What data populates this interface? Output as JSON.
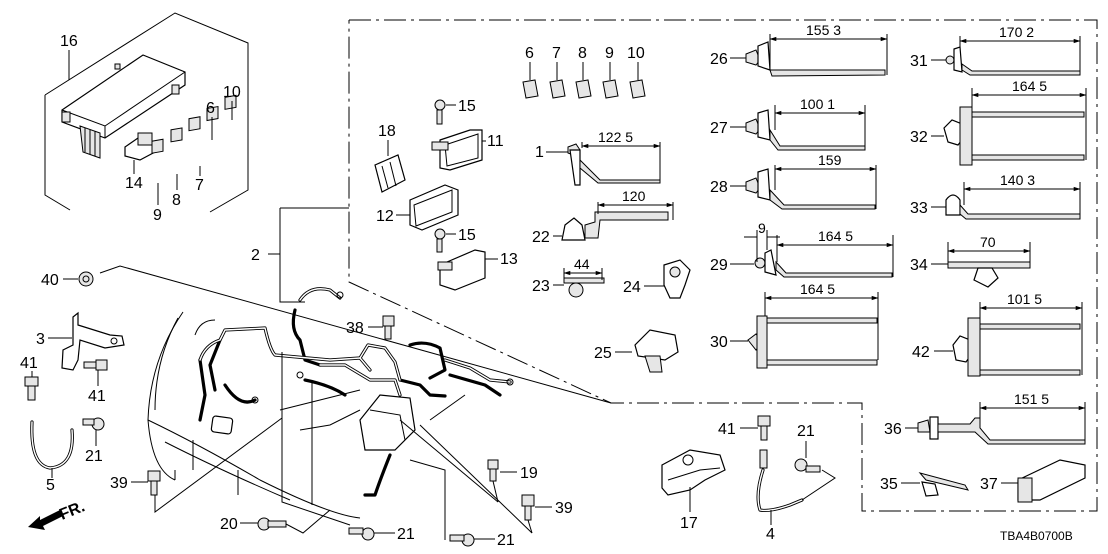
{
  "diagram": {
    "title_code": "TBA4B0700B",
    "direction_indicator": "FR.",
    "callouts": {
      "c1": "1",
      "c2": "2",
      "c3": "3",
      "c4": "4",
      "c5": "5",
      "c6a": "6",
      "c6b": "6",
      "c7a": "7",
      "c7b": "7",
      "c8a": "8",
      "c8b": "8",
      "c9a": "9",
      "c9b": "9",
      "c10a": "10",
      "c10b": "10",
      "c11": "11",
      "c12": "12",
      "c13": "13",
      "c14": "14",
      "c15a": "15",
      "c15b": "15",
      "c16": "16",
      "c17": "17",
      "c18": "18",
      "c19": "19",
      "c20": "20",
      "c21a": "21",
      "c21b": "21",
      "c21c": "21",
      "c21d": "21",
      "c22": "22",
      "c23": "23",
      "c24": "24",
      "c25": "25",
      "c26": "26",
      "c27": "27",
      "c28": "28",
      "c29": "29",
      "c30": "30",
      "c31": "31",
      "c32": "32",
      "c33": "33",
      "c34": "34",
      "c35": "35",
      "c36": "36",
      "c37": "37",
      "c38": "38",
      "c39a": "39",
      "c39b": "39",
      "c40": "40",
      "c41a": "41",
      "c41b": "41",
      "c41c": "41",
      "c42": "42"
    },
    "dimensions": {
      "d1": "122 5",
      "d22": "120",
      "d23": "44",
      "d26": "155 3",
      "d27": "100 1",
      "d28": "159",
      "d29_offset": "9",
      "d29": "164 5",
      "d30": "164 5",
      "d31": "170 2",
      "d32": "164 5",
      "d33": "140 3",
      "d34": "70",
      "d42": "101 5",
      "d36": "151 5"
    }
  }
}
